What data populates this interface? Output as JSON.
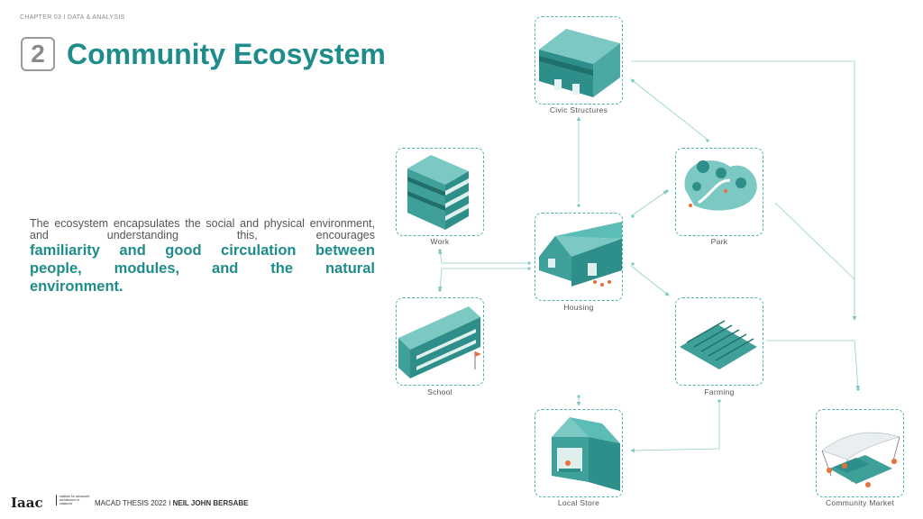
{
  "header": {
    "chapter": "CHAPTER 03 I DATA & ANALYSIS",
    "number": "2",
    "title": "Community Ecosystem"
  },
  "body": {
    "intro": "The ecosystem encapsulates the social and physical environment, and understanding this, encourages",
    "highlight_line1": "familiarity and good circulation between",
    "highlight_line2": "people, modules, and the natural",
    "highlight_line3": "environment."
  },
  "diagram": {
    "nodes": {
      "civic": "Civic Structures",
      "work": "Work",
      "park": "Park",
      "housing": "Housing",
      "school": "School",
      "farming": "Farming",
      "store": "Local Store",
      "market": "Community Market"
    }
  },
  "footer": {
    "logo": "Iaac",
    "institute": "institute for advanced architecture of catalonia",
    "thesis": "MACAD THESIS 2022",
    "separator": "I",
    "author": "NEIL JOHN BERSABE"
  },
  "colors": {
    "teal": "#1e8c8a",
    "teal_light": "#5bbdb5",
    "orange": "#e8703a"
  }
}
